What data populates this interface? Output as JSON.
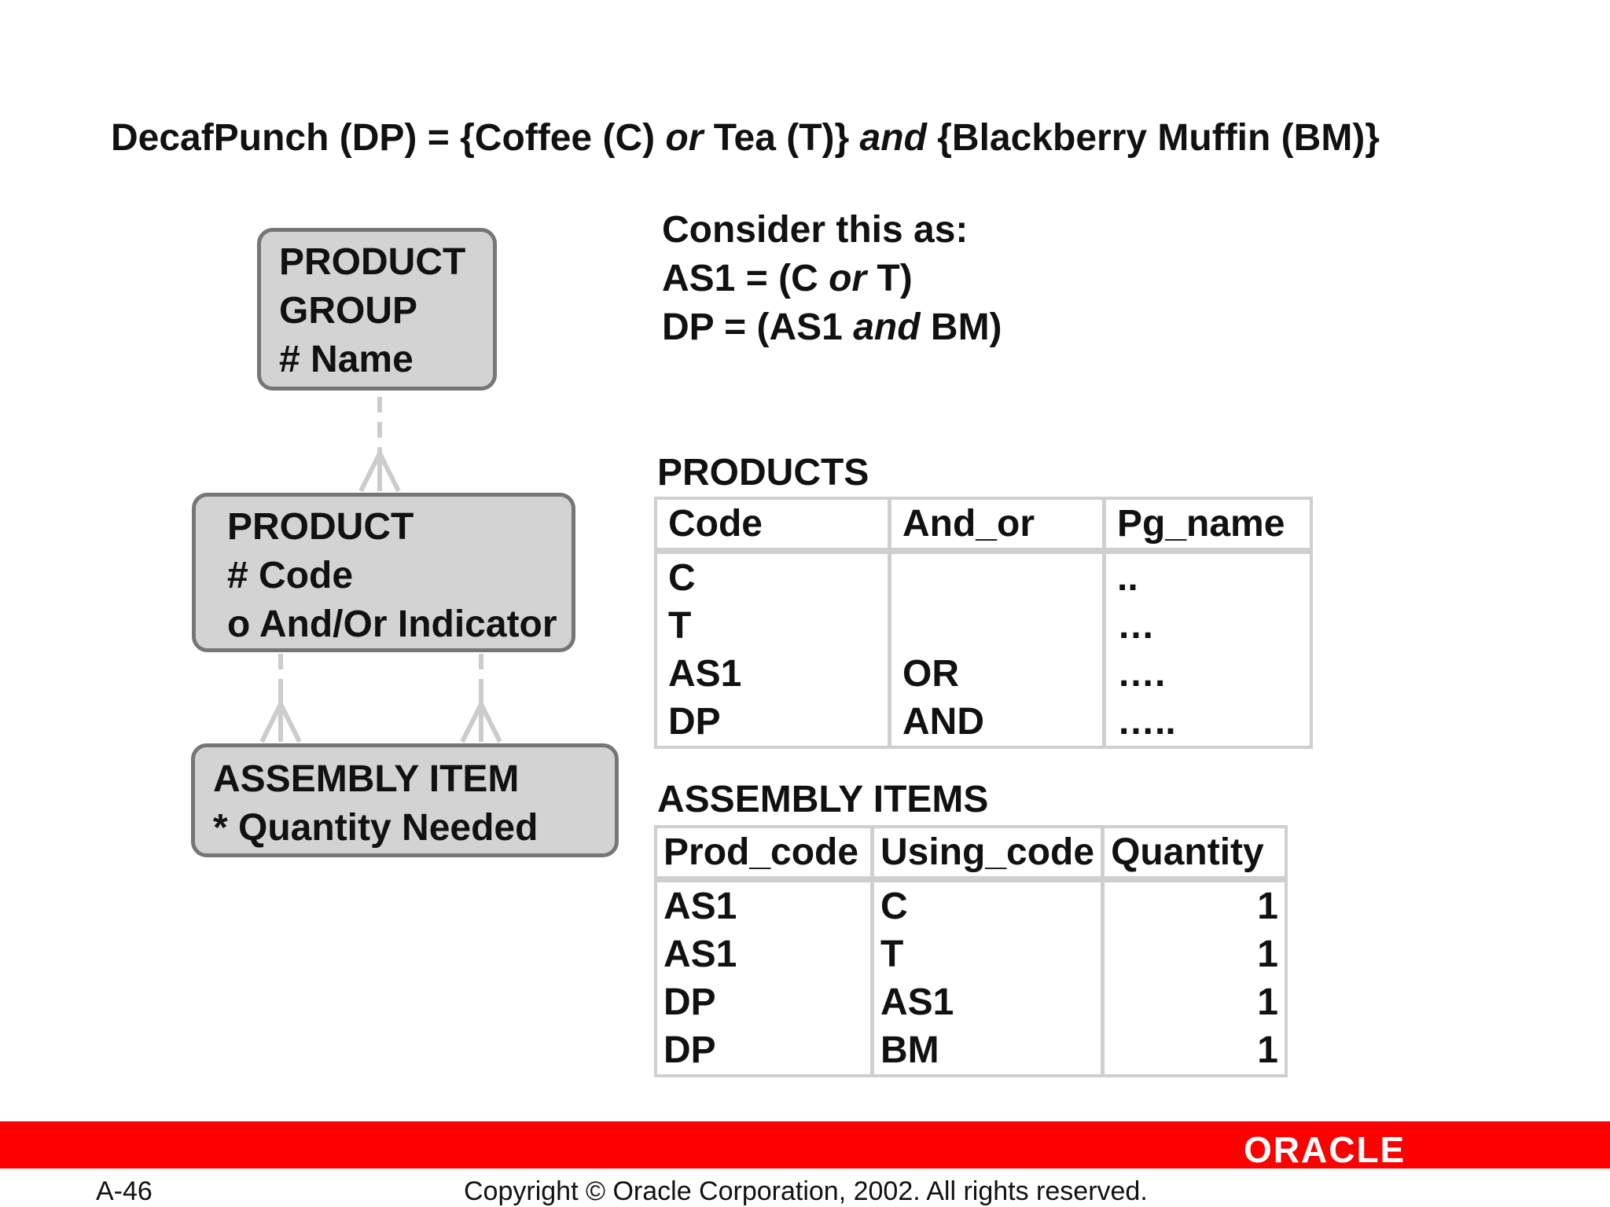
{
  "title": {
    "part1": "DecafPunch (DP) = {Coffee (C) ",
    "or": "or",
    "part2": " Tea (T)} ",
    "and": "and",
    "part3": " {Blackberry Muffin (BM)}"
  },
  "consider": {
    "heading": "Consider this as:",
    "line1_a": "AS1 = (C ",
    "line1_or": "or",
    "line1_b": " T)",
    "line2_a": "DP = (AS1 ",
    "line2_and": "and",
    "line2_b": " BM)"
  },
  "entities": {
    "product_group": [
      "PRODUCT",
      "GROUP",
      "# Name"
    ],
    "product": [
      "PRODUCT",
      "# Code",
      "o And/Or Indicator"
    ],
    "assembly_item": [
      "ASSEMBLY ITEM",
      "* Quantity Needed"
    ]
  },
  "products_table": {
    "label": "PRODUCTS",
    "headers": [
      "Code",
      "And_or",
      "Pg_name"
    ],
    "rows": [
      [
        "C",
        "",
        ".."
      ],
      [
        "T",
        "",
        "…"
      ],
      [
        "AS1",
        "OR",
        "…."
      ],
      [
        "DP",
        "AND",
        "….."
      ]
    ]
  },
  "assembly_table": {
    "label": "ASSEMBLY ITEMS",
    "headers": [
      "Prod_code",
      "Using_code",
      "Quantity"
    ],
    "rows": [
      [
        "AS1",
        "C",
        "1"
      ],
      [
        "AS1",
        "T",
        "1"
      ],
      [
        "DP",
        "AS1",
        "1"
      ],
      [
        "DP",
        "BM",
        "1"
      ]
    ]
  },
  "footer": {
    "page": "A-46",
    "copyright": "Copyright © Oracle Corporation, 2002. All rights reserved.",
    "logo": "ORACLE"
  },
  "colors": {
    "footer_bar": "#ff0000",
    "entity_fill": "#d3d3d3",
    "entity_border": "#767676",
    "table_border": "#cfcfcf"
  }
}
